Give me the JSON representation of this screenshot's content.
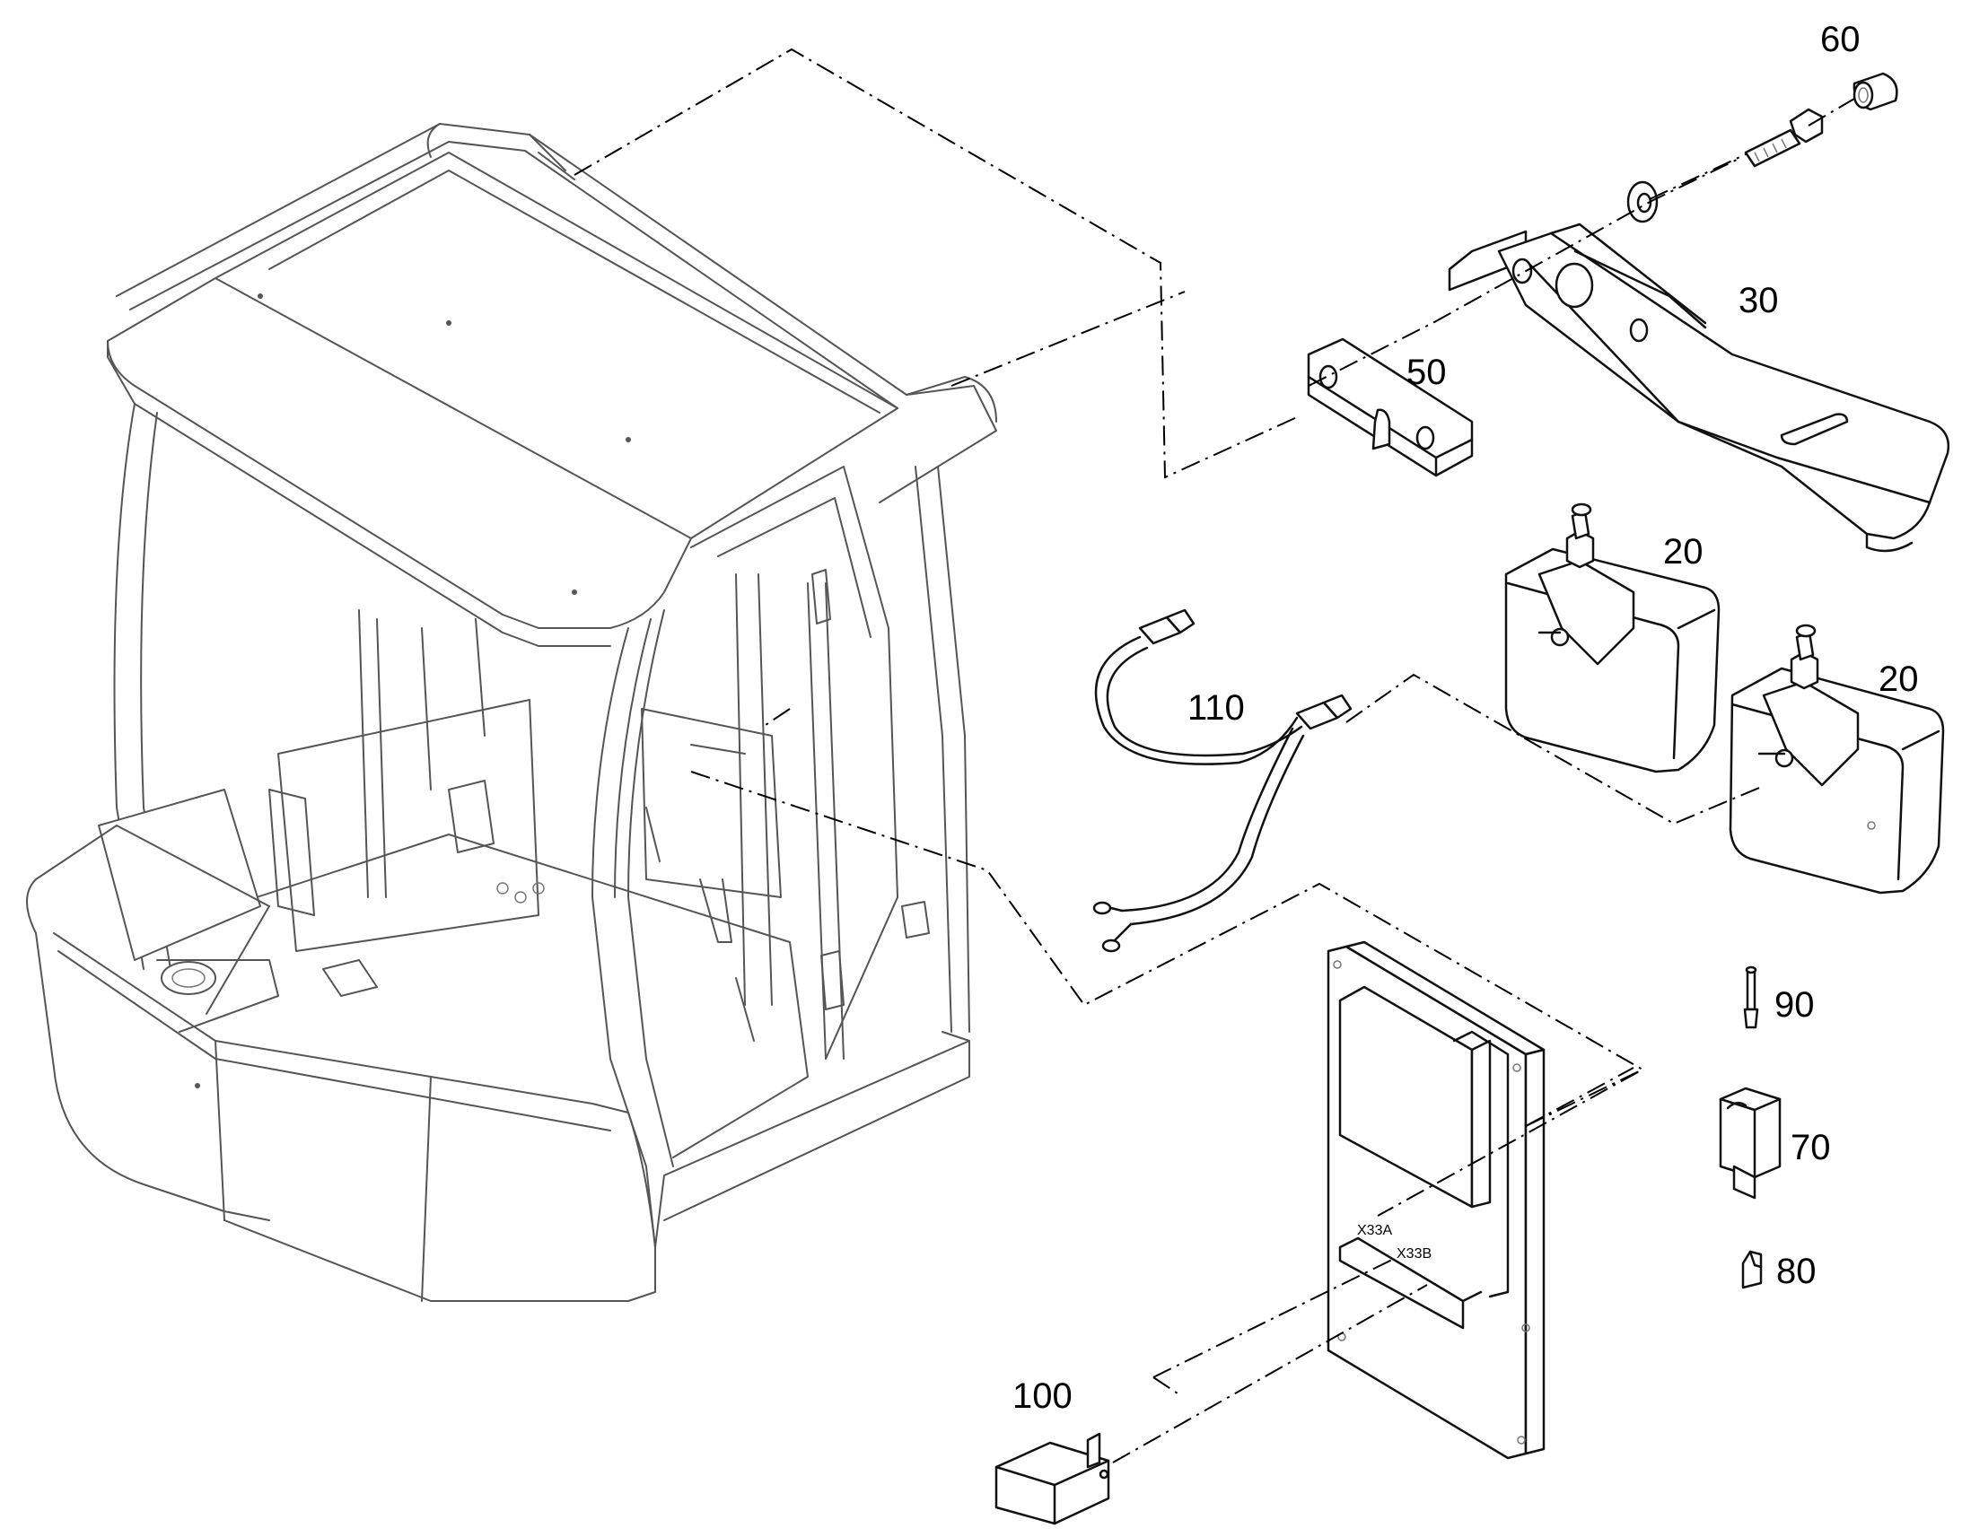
{
  "diagram": {
    "callouts": {
      "c60": "60",
      "c30": "30",
      "c50": "50",
      "c20a": "20",
      "c20b": "20",
      "c110": "110",
      "c90": "90",
      "c70": "70",
      "c80": "80",
      "c100": "100"
    },
    "connector_labels": {
      "x33a": "X33A",
      "x33b": "X33B"
    }
  }
}
